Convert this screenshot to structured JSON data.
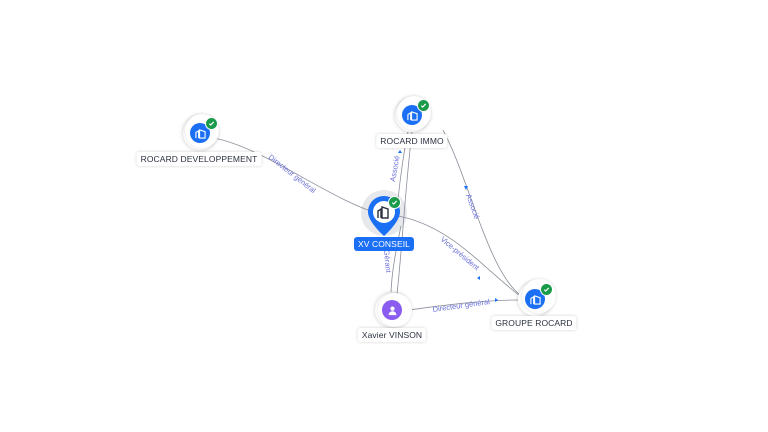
{
  "nodes": {
    "rocard_developpement": {
      "label": "ROCARD DEVELOPPEMENT",
      "type": "company",
      "verified": true,
      "icon": "building-icon"
    },
    "rocard_immo": {
      "label": "ROCARD IMMO",
      "type": "company",
      "verified": true,
      "icon": "building-icon"
    },
    "xv_conseil": {
      "label": "XV CONSEIL",
      "type": "company",
      "verified": true,
      "selected": true,
      "icon": "building-icon"
    },
    "xavier_vinson": {
      "label": "Xavier VINSON",
      "type": "person",
      "icon": "person-icon"
    },
    "groupe_rocard": {
      "label": "GROUPE ROCARD",
      "type": "company",
      "verified": true,
      "icon": "building-icon"
    }
  },
  "edges": {
    "dev_to_xv": "Directeur général",
    "xv_to_immo": "Associé",
    "immo_to_groupe": "Associé",
    "xv_to_groupe": "Vice-président",
    "xavier_to_xv": "Gérant",
    "xavier_to_groupe": "Directeur général"
  },
  "colors": {
    "company": "#1a6ff5",
    "person": "#8a5cf0",
    "verified": "#1a9a4b",
    "edge": "#8a8f9a",
    "edge_label": "#6a6fd8"
  }
}
